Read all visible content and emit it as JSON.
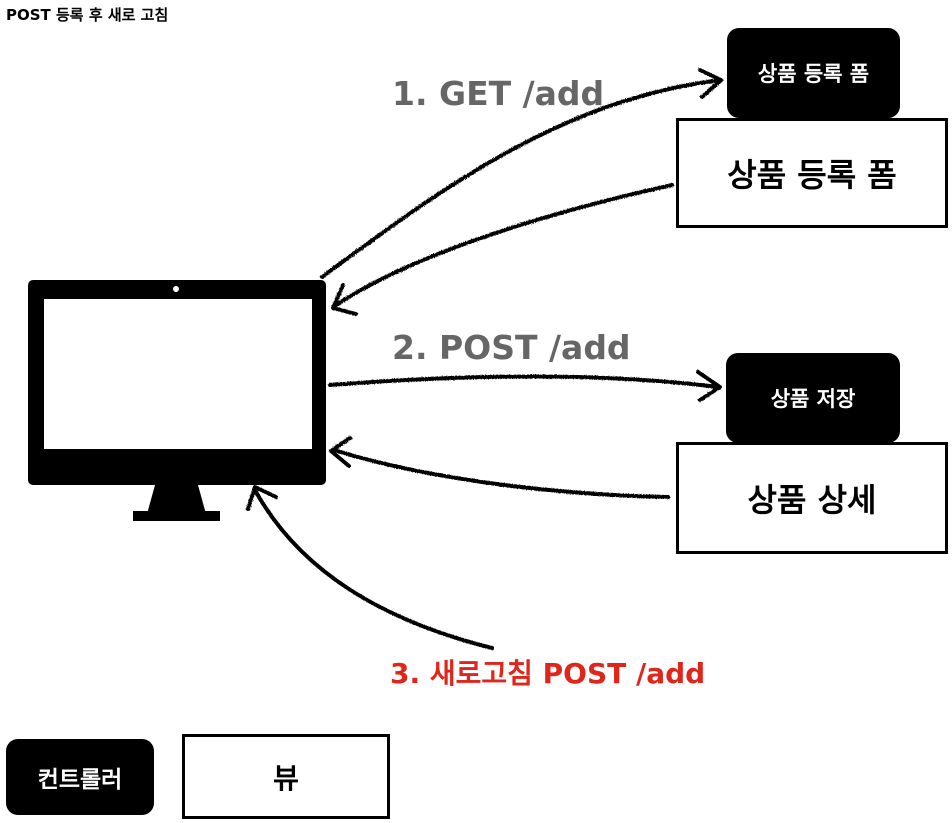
{
  "title": "POST 등록 후 새로 고침",
  "steps": {
    "step1": "1. GET /add",
    "step2": "2. POST /add",
    "step3": "3. 새로고침 POST /add"
  },
  "controllers": {
    "form_controller": "상품 등록 폼",
    "save_controller": "상품 저장"
  },
  "views": {
    "form_view": "상품 등록 폼",
    "detail_view": "상품 상세"
  },
  "legend": {
    "controller": "컨트롤러",
    "view": "뷰"
  },
  "colors": {
    "step_gray": "#666666",
    "step_red": "#e0251b",
    "box_black": "#000000"
  }
}
